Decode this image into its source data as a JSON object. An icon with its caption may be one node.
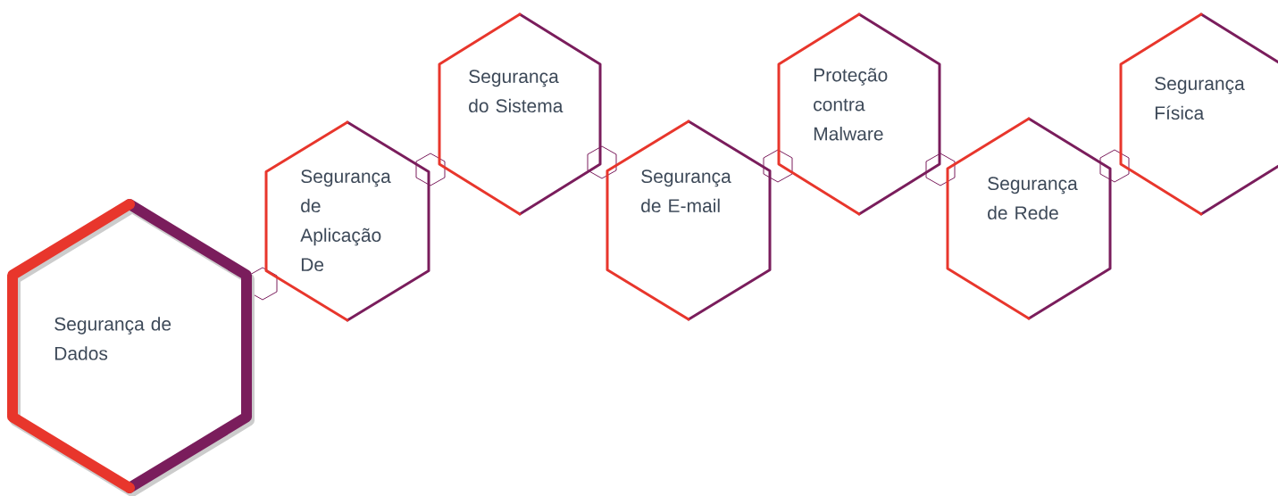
{
  "diagram": {
    "nodes": [
      {
        "text": [
          "Segurança de Dados"
        ]
      },
      {
        "text": [
          "Segurança de Aplicação De"
        ]
      },
      {
        "text": [
          "Segurança do Sistema"
        ]
      },
      {
        "text": [
          "Segurança de E-mail"
        ]
      },
      {
        "text": [
          "Proteção contra Malware"
        ]
      },
      {
        "text": [
          "Segurança de Rede"
        ]
      },
      {
        "text": [
          "Segurança Física"
        ]
      }
    ]
  }
}
